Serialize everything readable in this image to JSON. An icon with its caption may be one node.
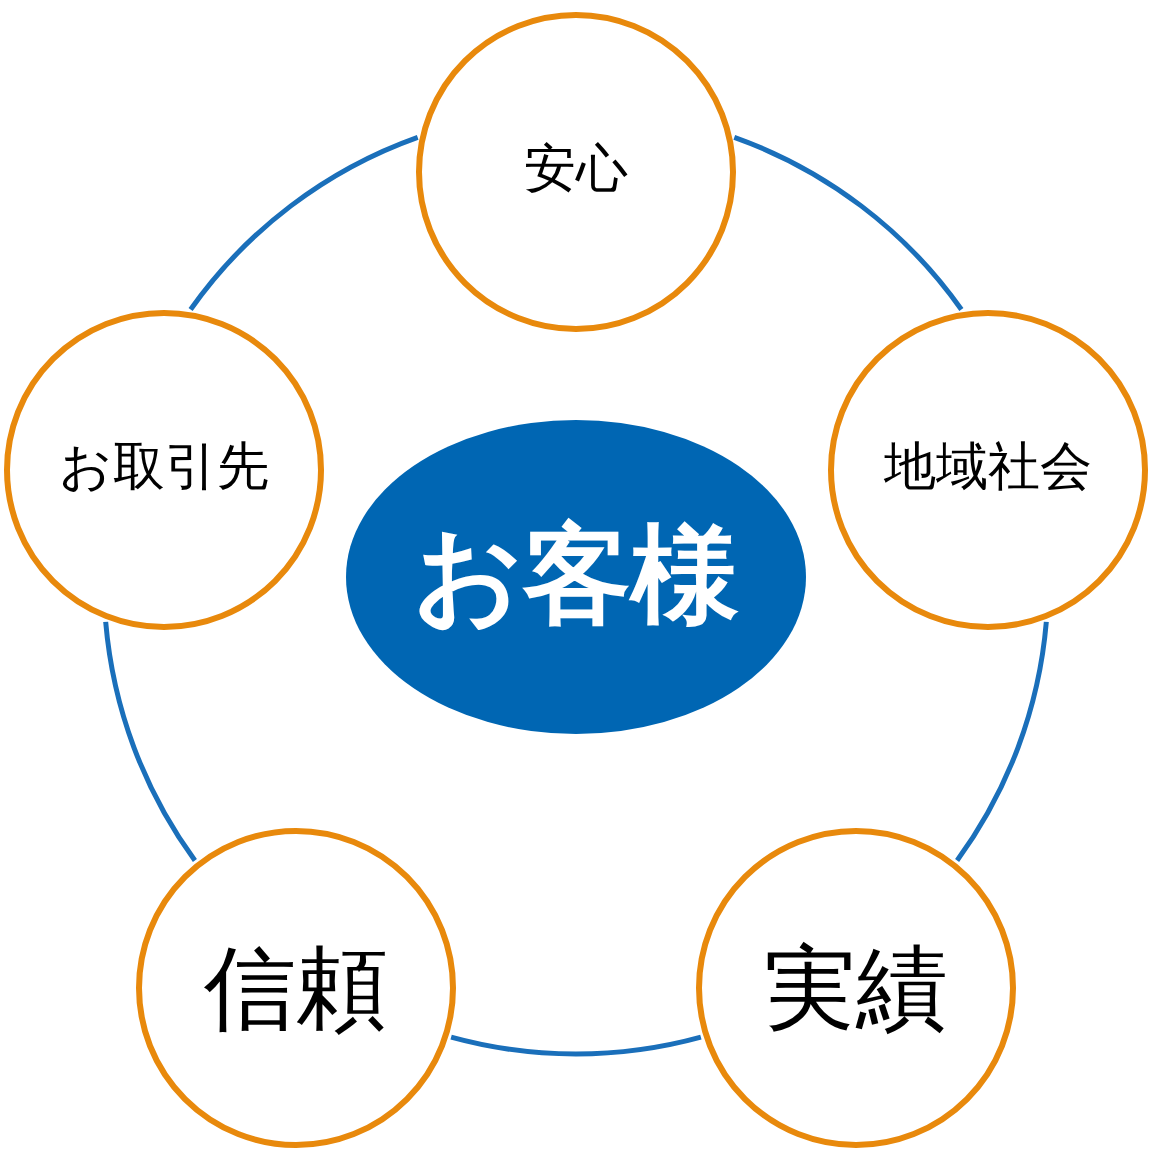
{
  "diagram": {
    "nodes": [
      {
        "text": [
          "安心"
        ]
      },
      {
        "text": [
          "お取引先"
        ]
      },
      {
        "text": [
          "お客様"
        ]
      },
      {
        "text": [
          "地域社会"
        ]
      },
      {
        "text": [
          "信頼"
        ]
      },
      {
        "text": [
          "実績"
        ]
      }
    ],
    "edges": [
      {
        "from": 0,
        "to": 3,
        "arrow": "none"
      },
      {
        "from": 3,
        "to": 5,
        "arrow": "none"
      },
      {
        "from": 5,
        "to": 4,
        "arrow": "none"
      },
      {
        "from": 4,
        "to": 1,
        "arrow": "none"
      },
      {
        "from": 1,
        "to": 0,
        "arrow": "none"
      }
    ]
  }
}
